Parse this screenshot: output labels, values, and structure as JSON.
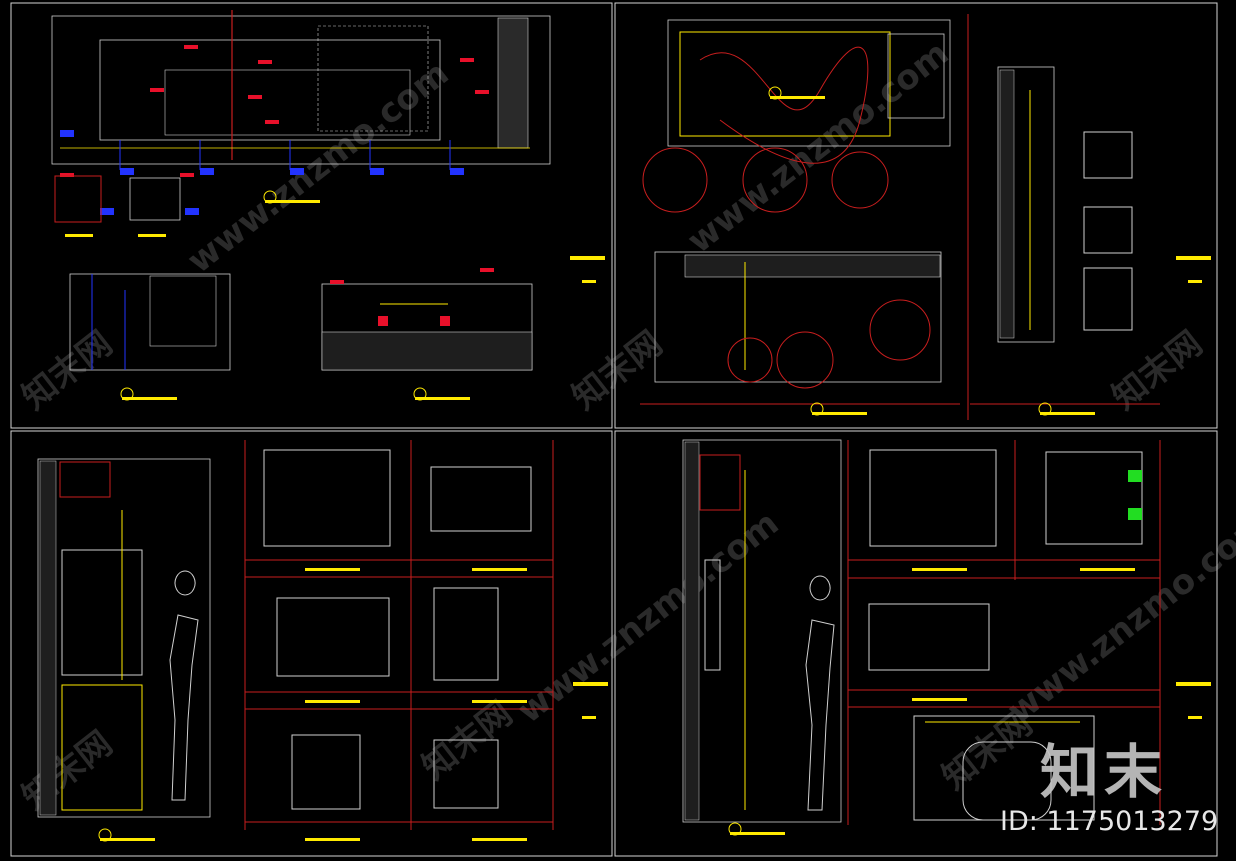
{
  "colors": {
    "background": "#000000",
    "frame": "#d4d4d4",
    "separator": "#c81e1e",
    "annotation": "#2233ff",
    "tag": "#e8102a",
    "highlight": "#ffea00",
    "linework": "#d0d0d0",
    "green": "#22dd22"
  },
  "watermark": {
    "site": "www.znzmo.com",
    "brand": "知末网",
    "logo": "知末",
    "id_text": "ID: 1175013279"
  }
}
